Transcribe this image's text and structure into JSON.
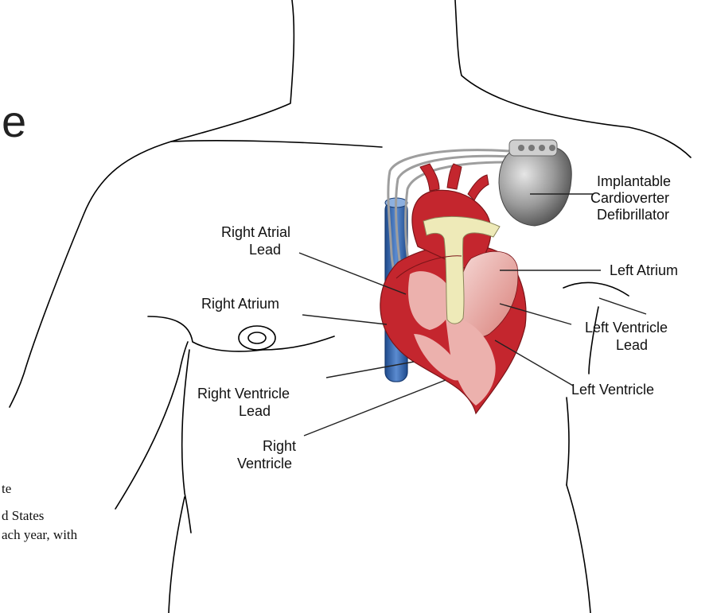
{
  "page": {
    "heading_fragment": "e",
    "text_fragments": [
      "te",
      "d States",
      "ach year, with"
    ]
  },
  "labels": {
    "icd": [
      "Implantable",
      "Cardioverter",
      "Defibrillator"
    ],
    "left_atrium": [
      "Left Atrium"
    ],
    "right_atrial_lead": [
      "Right Atrial",
      "Lead"
    ],
    "right_atrium": [
      "Right Atrium"
    ],
    "left_ventricle_lead": [
      "Left Ventricle",
      "Lead"
    ],
    "left_ventricle": [
      "Left Ventricle"
    ],
    "right_ventricle_lead": [
      "Right Ventricle",
      "Lead"
    ],
    "right_ventricle": [
      "Right",
      "Ventricle"
    ]
  },
  "colors": {
    "heart_red": "#c4262e",
    "heart_inner": "#ecb1ad",
    "aorta_cream": "#eeeab8",
    "vena_cava_blue": "#2f62a8",
    "device_gray": "#8a8a8a"
  }
}
